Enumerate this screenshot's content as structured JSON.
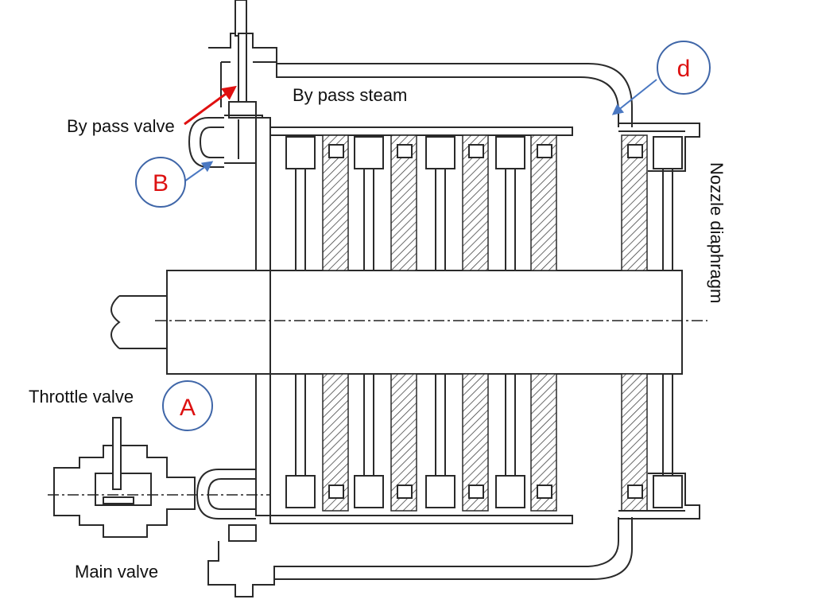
{
  "labels": {
    "bypass_steam": "By pass steam",
    "bypass_valve": "By pass valve",
    "throttle_valve": "Throttle valve",
    "main_valve": "Main valve",
    "nozzle_diaphragm": "Nozzle diaphragm"
  },
  "callouts": {
    "a": "A",
    "b": "B",
    "d": "d"
  },
  "colors": {
    "callout_text": "#d11111",
    "callout_ring": "#3f66a8",
    "leader_blue": "#4a78c2",
    "leader_red": "#e01010",
    "line": "#2a2a2a"
  }
}
